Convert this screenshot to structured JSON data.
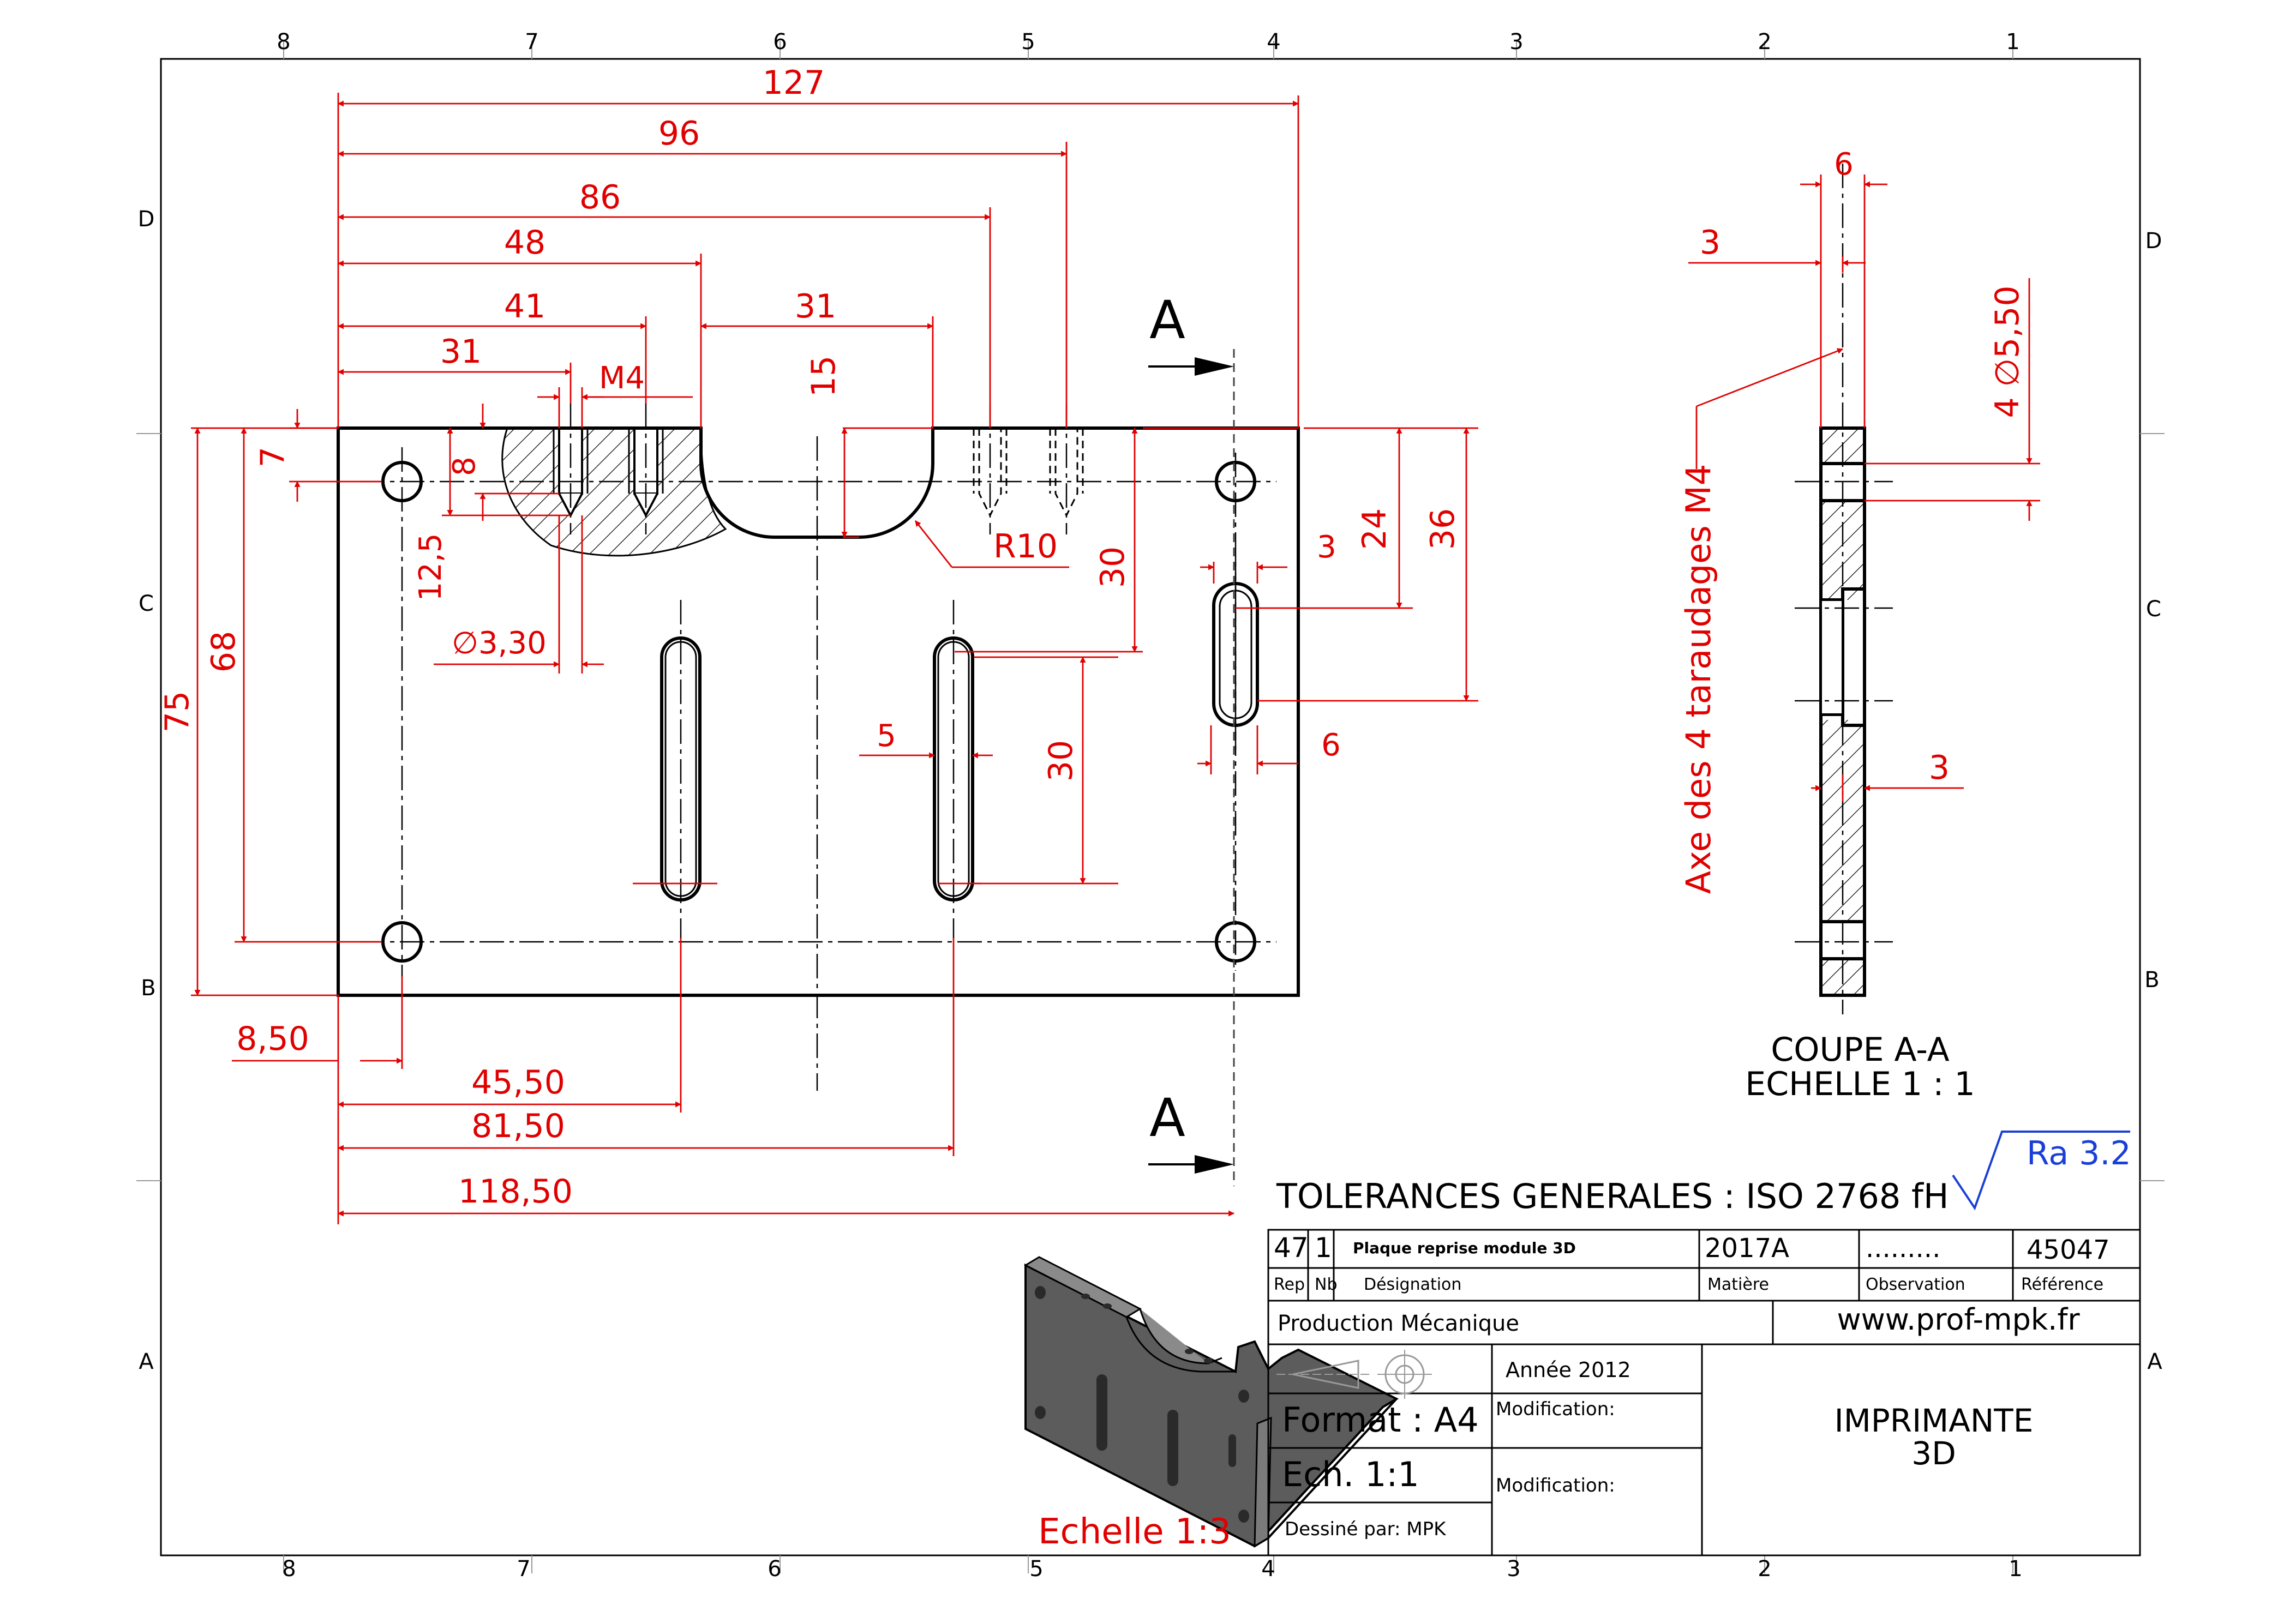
{
  "frame": {
    "col_labels_top": [
      "8",
      "7",
      "6",
      "5",
      "4",
      "3",
      "2",
      "1"
    ],
    "col_labels_bottom": [
      "8",
      "7",
      "6",
      "5",
      "4",
      "3",
      "2",
      "1"
    ],
    "row_labels": [
      "D",
      "C",
      "B",
      "A"
    ]
  },
  "section_marks": {
    "top": "A",
    "bottom": "A"
  },
  "front_dims": {
    "d127": "127",
    "d96": "96",
    "d86": "86",
    "d48": "48",
    "d41": "41",
    "d31a": "31",
    "m4": "M4",
    "d31b": "31",
    "d15": "15",
    "d7": "7",
    "d8": "8",
    "d12_5": "12,5",
    "phi330": "∅3,30",
    "r10": "R10",
    "d30a": "30",
    "d3": "3",
    "d24": "24",
    "d36": "36",
    "d75": "75",
    "d68": "68",
    "d5": "5",
    "d30b": "30",
    "d6": "6",
    "d8_50": "8,50",
    "d45_50": "45,50",
    "d81_50": "81,50",
    "d118_50": "118,50"
  },
  "section_dims": {
    "d6": "6",
    "d3a": "3",
    "phi550": "4 ∅5,50",
    "axe": "Axe des 4 taraudages M4",
    "d3b": "3"
  },
  "section_title": {
    "line1": "COUPE A-A",
    "line2": "ECHELLE 1 : 1"
  },
  "iso_label": "Echelle 1:3",
  "tolerances": "TOLERANCES GENERALES : ISO 2768 fH",
  "roughness": "Ra 3.2",
  "title_block": {
    "rep": "47",
    "nb": "1",
    "designation": "Plaque reprise module 3D",
    "matiere": "2017A",
    "observation": ".........",
    "reference": "45047",
    "h_rep": "Rep",
    "h_nb": "Nb",
    "h_designation": "Désignation",
    "h_matiere": "Matière",
    "h_observation": "Observation",
    "h_reference": "Référence",
    "production": "Production Mécanique",
    "website": "www.prof-mpk.fr",
    "annee": "Année 2012",
    "format": "Format : A4",
    "echelle": "Ech. 1:1",
    "dessine": "Dessiné par: MPK",
    "modification1": "Modification:",
    "modification2": "Modification:",
    "title_line1": "IMPRIMANTE",
    "title_line2": "3D"
  }
}
